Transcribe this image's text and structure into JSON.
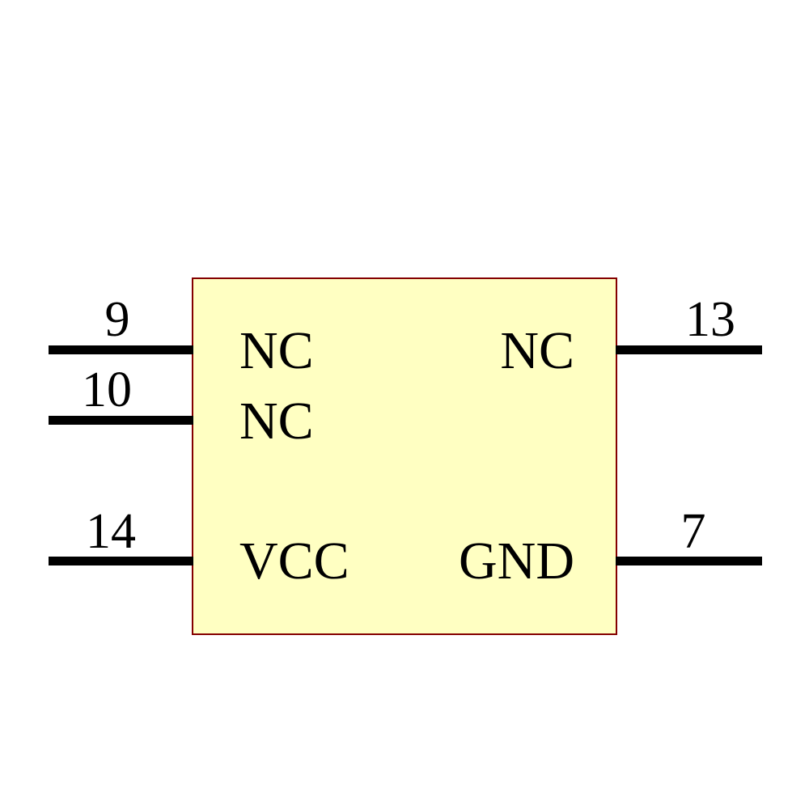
{
  "component": {
    "kind": "ic-schematic-symbol-power-unit",
    "left_pins": [
      {
        "number": "9",
        "label": "NC"
      },
      {
        "number": "10",
        "label": "NC"
      },
      {
        "number": "14",
        "label": "VCC"
      }
    ],
    "right_pins": [
      {
        "number": "13",
        "label": "NC"
      },
      {
        "number": "7",
        "label": "GND"
      }
    ],
    "colors": {
      "body_fill": "#FFFFC2",
      "body_outline": "#840000",
      "pin_line": "#000000",
      "text": "#000000"
    }
  }
}
